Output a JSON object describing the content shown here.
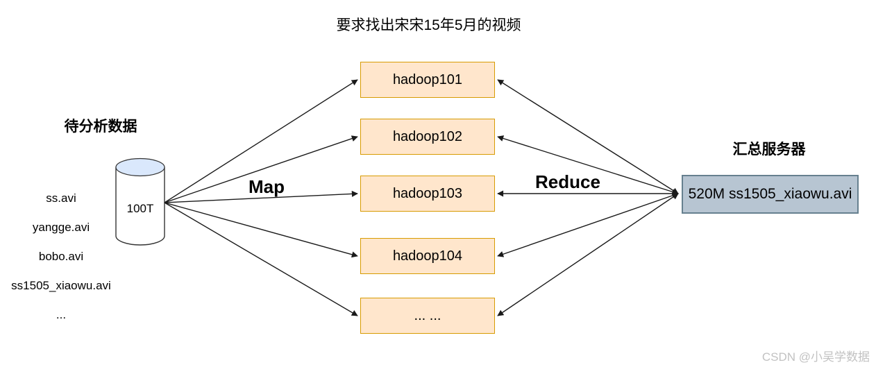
{
  "title": "要求找出宋宋15年5月的视频",
  "datasource": {
    "label": "待分析数据",
    "files": [
      "ss.avi",
      "yangge.avi",
      "bobo.avi",
      "ss1505_xiaowu.avi",
      "..."
    ],
    "cylinder_label": "100T"
  },
  "map_label": "Map",
  "reduce_label": "Reduce",
  "nodes": [
    {
      "label": "hadoop101"
    },
    {
      "label": "hadoop102"
    },
    {
      "label": "hadoop103"
    },
    {
      "label": "hadoop104"
    },
    {
      "label": "... ..."
    }
  ],
  "summary": {
    "label": "汇总服务器",
    "result": "520M ss1505_xiaowu.avi"
  },
  "watermark": "CSDN @小吴学数据",
  "colors": {
    "node-fill": "#ffe6cc",
    "node-border": "#d79b00",
    "summary-fill": "#b7c5d2",
    "summary-border": "#66808f",
    "cylinder-top-fill": "#dae8fc",
    "cylinder-stroke": "#333333",
    "arrow": "#1a1a1a",
    "text": "#000000",
    "watermark": "#c2c2c2"
  }
}
